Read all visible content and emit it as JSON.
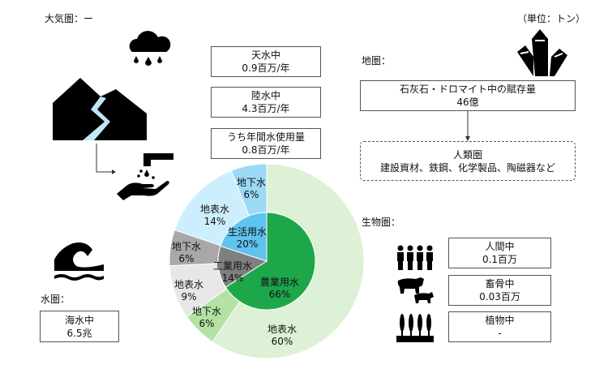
{
  "unit_note": "（単位：トン）",
  "atmosphere": {
    "label": "大気圏：ー"
  },
  "hydrosphere": {
    "label": "水圏：",
    "sea": {
      "title": "海水中",
      "value": "6.5兆"
    }
  },
  "flows": [
    {
      "title": "天水中",
      "value": "0.9百万/年"
    },
    {
      "title": "陸水中",
      "value": "4.3百万/年"
    },
    {
      "title": "うち年間水使用量",
      "value": "0.8百万/年"
    }
  ],
  "lithosphere": {
    "label": "地圏：",
    "reserve": {
      "title": "石灰石・ドロマイト中の賦存量",
      "value": "46億"
    },
    "anthroposphere": {
      "title": "人類圏",
      "uses": "建設資材、鉄鋼、化学製品、陶磁器など"
    }
  },
  "biosphere": {
    "label": "生物圏：",
    "items": [
      {
        "title": "人間中",
        "value": "0.1百万"
      },
      {
        "title": "畜骨中",
        "value": "0.03百万"
      },
      {
        "title": "植物中",
        "value": "-"
      }
    ]
  },
  "chart_data": {
    "type": "pie",
    "subtype": "nested-donut",
    "inner": [
      {
        "name": "農業用水",
        "value": 66,
        "label": "66%",
        "color": "#1ea64b"
      },
      {
        "name": "工業用水",
        "value": 14,
        "label": "14%",
        "color": "#7f7f7f"
      },
      {
        "name": "生活用水",
        "value": 20,
        "label": "20%",
        "color": "#5ec3ee"
      }
    ],
    "outer": [
      {
        "name": "地表水",
        "value": 60,
        "label": "60%",
        "color": "#dcf1d5",
        "parent": "農業用水"
      },
      {
        "name": "地下水",
        "value": 6,
        "label": "6%",
        "color": "#b4e2a4",
        "parent": "農業用水"
      },
      {
        "name": "地表水",
        "value": 9,
        "label": "9%",
        "color": "#e7e7e7",
        "parent": "工業用水"
      },
      {
        "name": "地下水",
        "value": 6,
        "label": "6%",
        "color": "#a8a8a8",
        "parent": "工業用水"
      },
      {
        "name": "地表水",
        "value": 14,
        "label": "14%",
        "color": "#cdeefc",
        "parent": "生活用水"
      },
      {
        "name": "地下水",
        "value": 6,
        "label": "6%",
        "color": "#9cd9f6",
        "parent": "生活用水"
      }
    ]
  }
}
